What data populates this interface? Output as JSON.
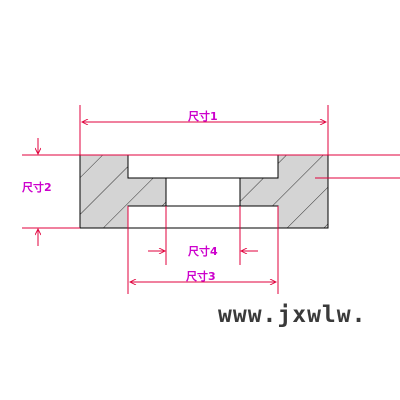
{
  "labels": {
    "dim1": "尺寸1",
    "dim2": "尺寸2",
    "dim3": "尺寸3",
    "dim4": "尺寸4"
  },
  "watermark": "www.jxwlw.",
  "colors": {
    "dimension": "#e0003c",
    "label": "#cc00cc",
    "outline": "#000000",
    "section_fill": "#d4d4d4",
    "hatch": "#333333",
    "watermark": "#3a3a3a",
    "background": "#ffffff"
  }
}
